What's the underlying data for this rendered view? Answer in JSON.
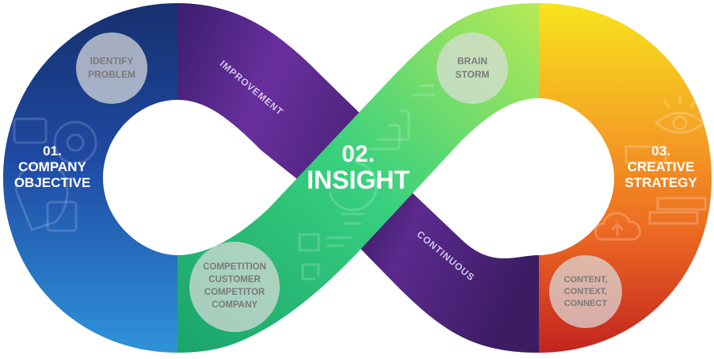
{
  "steps": {
    "left": {
      "number": "01.",
      "line1": "COMPANY",
      "line2": "OBJECTIVE"
    },
    "center": {
      "number": "02.",
      "title": "INSIGHT"
    },
    "right": {
      "number": "03.",
      "line1": "CREATIVE",
      "line2": "STRATEGY"
    }
  },
  "band_labels": {
    "top": "IMPROVEMENT",
    "bottom": "CONTINUOUS"
  },
  "circles": {
    "identify": [
      "IDENTIFY",
      "PROBLEM"
    ],
    "brainstorm": [
      "BRAIN",
      "STORM"
    ],
    "competition": [
      "COMPETITION",
      "CUSTOMER",
      "COMPETITOR",
      "COMPANY"
    ],
    "content": [
      "CONTENT,",
      "CONTEXT,",
      "CONNECT"
    ]
  },
  "icons": {
    "left": [
      "gear-icon",
      "user-profile-icon",
      "puzzle-icon"
    ],
    "center": [
      "chat-icon",
      "lightbulb-icon",
      "layout-icon"
    ],
    "right": [
      "eye-icon",
      "cloud-upload-icon",
      "layers-icon"
    ]
  },
  "colors": {
    "blue_dark": "#17397f",
    "blue_light": "#2c8ed6",
    "purple": "#5a2a8c",
    "purple_dark": "#2a164a",
    "green": "#29c47e",
    "green_light": "#8fe06a",
    "yellow": "#f4d81e",
    "orange": "#ee7b22",
    "red": "#c52b21",
    "text_white": "#ffffff",
    "circle_text": "#7a7a7a"
  }
}
